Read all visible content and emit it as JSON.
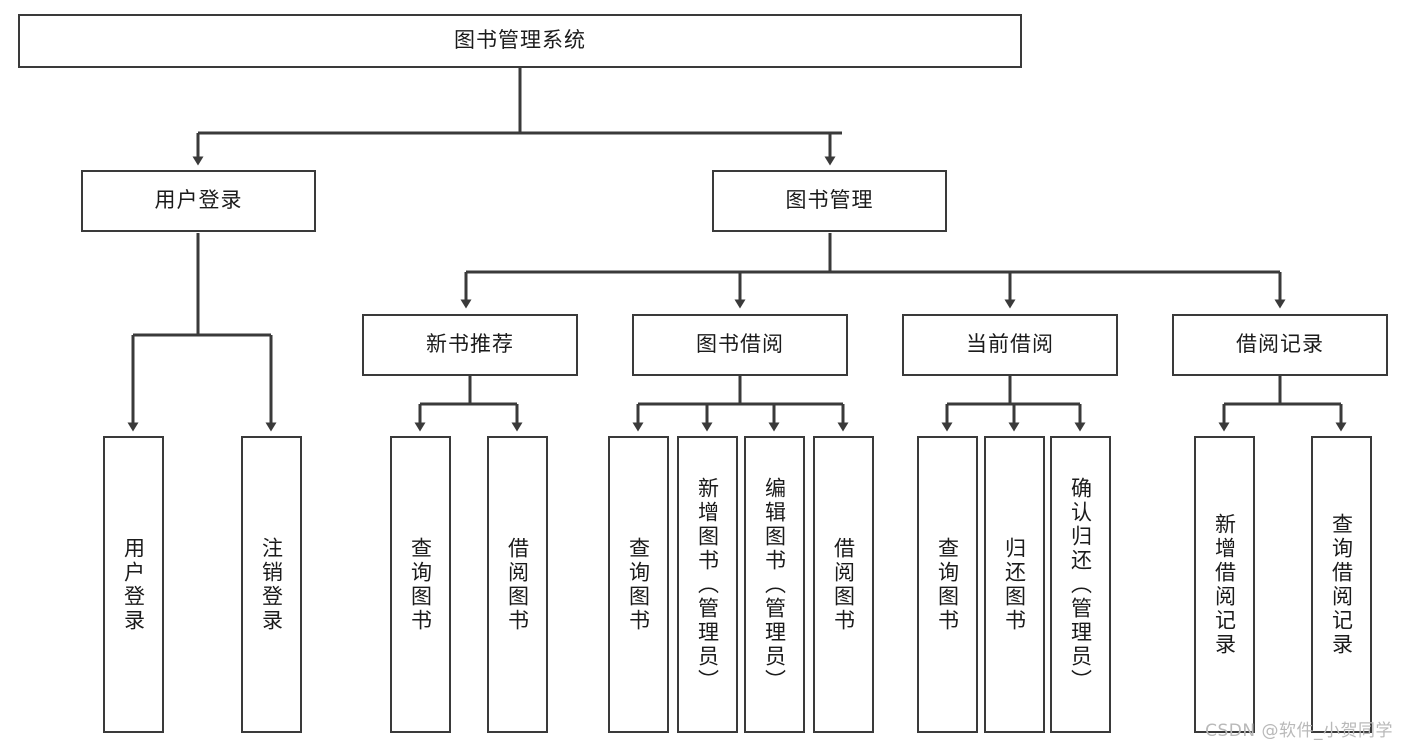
{
  "diagram": {
    "title": "图书管理系统",
    "type": "hierarchy-tree",
    "colors": {
      "box_border": "#3a3a3a",
      "box_fill": "#ffffff",
      "edge": "#3a3a3a",
      "text": "#1b1b1b",
      "watermark": "#b9b9b9",
      "background": "#ffffff"
    },
    "levels": {
      "root": {
        "label": "图书管理系统",
        "orientation": "horizontal"
      },
      "level2": [
        {
          "label": "用户登录",
          "orientation": "horizontal"
        },
        {
          "label": "图书管理",
          "orientation": "horizontal"
        }
      ],
      "level3": [
        {
          "label": "新书推荐",
          "orientation": "horizontal",
          "parent": "图书管理"
        },
        {
          "label": "图书借阅",
          "orientation": "horizontal",
          "parent": "图书管理"
        },
        {
          "label": "当前借阅",
          "orientation": "horizontal",
          "parent": "图书管理"
        },
        {
          "label": "借阅记录",
          "orientation": "horizontal",
          "parent": "图书管理"
        }
      ],
      "leaves": [
        {
          "label": "用户登录",
          "orientation": "vertical",
          "parent": "用户登录"
        },
        {
          "label": "注销登录",
          "orientation": "vertical",
          "parent": "用户登录"
        },
        {
          "label": "查询图书",
          "orientation": "vertical",
          "parent": "新书推荐"
        },
        {
          "label": "借阅图书",
          "orientation": "vertical",
          "parent": "新书推荐"
        },
        {
          "label": "查询图书",
          "orientation": "vertical",
          "parent": "图书借阅"
        },
        {
          "label": "新增图书（管理员）",
          "orientation": "vertical",
          "parent": "图书借阅"
        },
        {
          "label": "编辑图书（管理员）",
          "orientation": "vertical",
          "parent": "图书借阅"
        },
        {
          "label": "借阅图书",
          "orientation": "vertical",
          "parent": "图书借阅"
        },
        {
          "label": "查询图书",
          "orientation": "vertical",
          "parent": "当前借阅"
        },
        {
          "label": "归还图书",
          "orientation": "vertical",
          "parent": "当前借阅"
        },
        {
          "label": "确认归还（管理员）",
          "orientation": "vertical",
          "parent": "当前借阅"
        },
        {
          "label": "新增借阅记录",
          "orientation": "vertical",
          "parent": "借阅记录"
        },
        {
          "label": "查询借阅记录",
          "orientation": "vertical",
          "parent": "借阅记录"
        }
      ]
    },
    "watermark": "CSDN @软件_小贺同学"
  }
}
